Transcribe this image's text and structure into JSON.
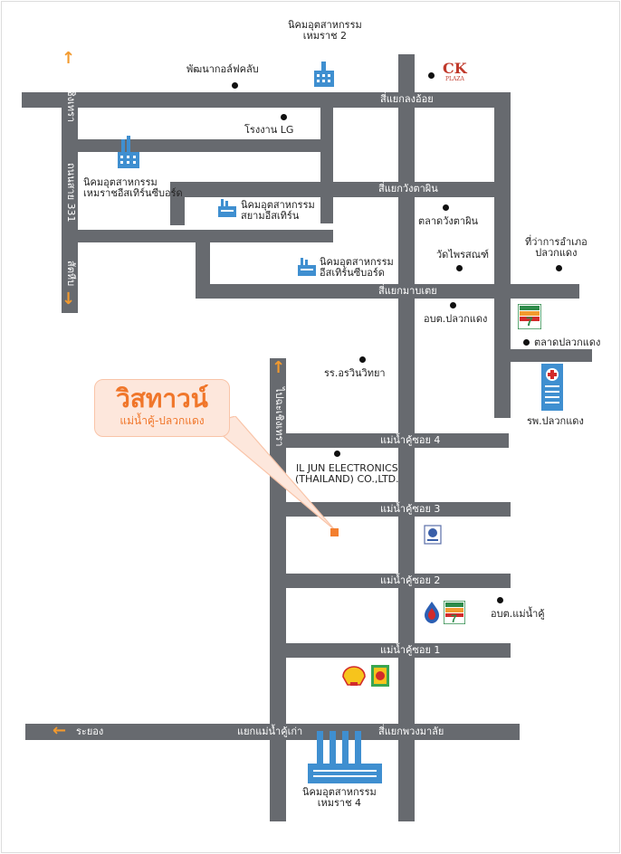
{
  "brand": {
    "name": "วิสทาวน์",
    "area": "แม่น้ำคู้-ปลวกแดง",
    "color": "#f0762a"
  },
  "colors": {
    "road": "#676a6f",
    "arrow": "#f39a2e",
    "callout_bg": "#fde7dc"
  },
  "roads": {
    "lat_krabang": "ฉะเชิงเทรา",
    "route_331": "ถนนสาย 331",
    "sattahip": "สัตหีบ",
    "pla_chang": "ไปฉะเชิงเทรา",
    "rayong": "ระยอง",
    "kaeng_ai": "สี่แยกลงอ้อย",
    "wang_ta_phin": "สี่แยกวังตาผิน",
    "map_ta_phut": "สี่แยกมาบเตย",
    "soi4": "แม่น้ำคู้ซอย 4",
    "soi3": "แม่น้ำคู้ซอย 3",
    "soi2": "แม่น้ำคู้ซอย 2",
    "soi1": "แม่น้ำคู้ซอย 1",
    "mae_nam_khu_junction": "แยกแม่น้ำคู้เก่า",
    "phuang_malai": "สี่แยกพวงมาลัย"
  },
  "places": {
    "hemaraj2": "นิคมอุตสาหกรรม\nเหมราช 2",
    "golf": "พัฒนากอล์ฟคลับ",
    "ck_plaza": "CK",
    "ck_plaza_sub": "PLAZA",
    "lg": "โรงงาน LG",
    "hemaraj_eastern": "นิคมอุตสาหกรรม\nเหมราชอีสเทิร์นซีบอร์ด",
    "siam_eastern": "นิคมอุตสาหกรรม\nสยามอีสเทิร์น",
    "eastern_seaboard": "นิคมอุตสาหกรรม\nอีสเทิร์นซีบอร์ด",
    "wang_ta_phin_market": "ตลาดวังตาผิน",
    "wat_phrasong": "วัดไพรสณฑ์",
    "district_office": "ที่ว่าการอำเภอ\nปลวกแดง",
    "obt_pluak_daeng": "อบต.ปลวกแดง",
    "pluak_daeng_market": "ตลาดปลวกแดง",
    "school": "รร.อรวินวิทยา",
    "hospital": "รพ.ปลวกแดง",
    "il_jun": "IL JUN ELECTRONICS\n(THAILAND) CO.,LTD.",
    "obt_mae_nam_khu": "อบต.แม่น้ำคู้",
    "hemaraj4": "นิคมอุตสาหกรรม\nเหมราช 4",
    "seven_eleven": "7"
  }
}
